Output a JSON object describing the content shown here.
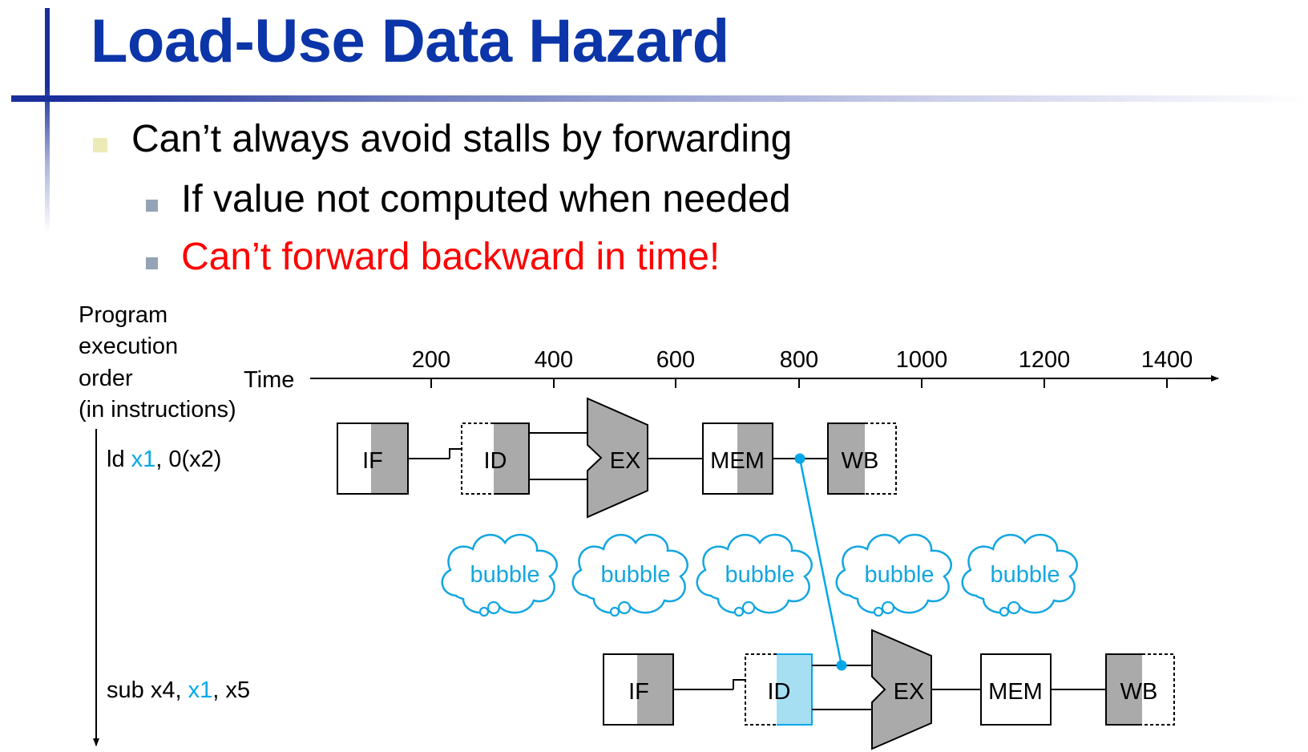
{
  "slide": {
    "title": "Load-Use Data Hazard",
    "bullets": [
      {
        "text": "Can’t always avoid stalls by forwarding",
        "level": 1
      },
      {
        "text": "If value not computed when needed",
        "level": 2
      },
      {
        "text": "Can’t forward backward in time!",
        "level": 2,
        "color": "#ff0000"
      }
    ]
  },
  "diagram": {
    "order_label": [
      "Program",
      "execution",
      "order",
      "(in instructions)"
    ],
    "time_label": "Time",
    "time_ticks": [
      "200",
      "400",
      "600",
      "800",
      "1000",
      "1200",
      "1400"
    ],
    "instructions": [
      {
        "pre": "ld ",
        "reg": "x1",
        "post": ", 0(x2)"
      },
      {
        "pre": "sub x4, ",
        "reg": "x1",
        "post": ", x5"
      }
    ],
    "stages": {
      "if": "IF",
      "id": "ID",
      "ex": "EX",
      "mem": "MEM",
      "wb": "WB"
    },
    "bubble_label": "bubble",
    "colors": {
      "title_blue": "#0b35a8",
      "highlight": "#00a8e8",
      "id_fill": "#a6def2",
      "stage_gray": "#aaaaaa",
      "alert_red": "#ff0000"
    }
  }
}
